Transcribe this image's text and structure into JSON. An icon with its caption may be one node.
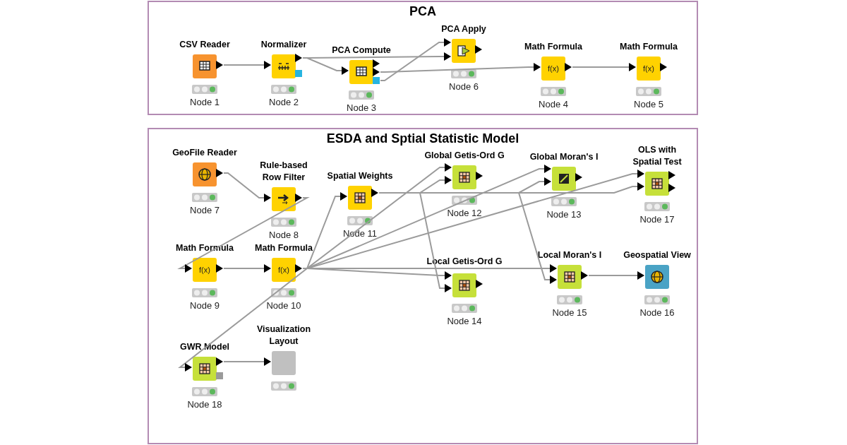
{
  "diagram": {
    "nodes": [
      {
        "text": [
          "PCA"
        ]
      },
      {
        "text": [
          "CSV Reader"
        ],
        "in": 0,
        "beside": [
          "Node 1"
        ]
      },
      {
        "text": [
          "Normalizer"
        ],
        "in": 0,
        "beside": [
          "Node 2"
        ]
      },
      {
        "text": [
          "PCA Compute"
        ],
        "in": 0,
        "beside": [
          "Node 3"
        ]
      },
      {
        "text": [
          "PCA Apply"
        ],
        "in": 0,
        "beside": [
          "Node 6"
        ]
      },
      {
        "text": [
          "Math Formula",
          "f(x)"
        ],
        "in": 0,
        "beside": [
          "Node 4"
        ]
      },
      {
        "text": [
          "Math Formula",
          "f(x)"
        ],
        "in": 0,
        "beside": [
          "Node 5"
        ]
      },
      {
        "text": [
          "ESDA and Sptial Statistic Model"
        ]
      },
      {
        "text": [
          "GeoFile Reader"
        ],
        "in": 7,
        "beside": [
          "Node 7"
        ]
      },
      {
        "text": [
          "Rule-based Row Filter"
        ],
        "in": 7,
        "beside": [
          "Node 8"
        ]
      },
      {
        "text": [
          "Spatial Weights"
        ],
        "in": 7,
        "beside": [
          "Node 11"
        ]
      },
      {
        "text": [
          "Global Getis-Ord G"
        ],
        "in": 7,
        "beside": [
          "Node 12"
        ]
      },
      {
        "text": [
          "Global Moran's I"
        ],
        "in": 7,
        "beside": [
          "Node 13"
        ]
      },
      {
        "text": [
          "OLS with Spatial Test"
        ],
        "in": 7,
        "beside": [
          "Node 17"
        ]
      },
      {
        "text": [
          "Math Formula",
          "f(x)"
        ],
        "in": 7,
        "beside": [
          "Node 9"
        ]
      },
      {
        "text": [
          "Math Formula",
          "f(x)"
        ],
        "in": 7,
        "beside": [
          "Node 10"
        ]
      },
      {
        "text": [
          "Local Getis-Ord G"
        ],
        "in": 7,
        "beside": [
          "Node 14"
        ]
      },
      {
        "text": [
          "Local Moran's I"
        ],
        "in": 7,
        "beside": [
          "Node 15"
        ]
      },
      {
        "text": [
          "Geospatial View"
        ],
        "in": 7,
        "beside": [
          "Node 16"
        ]
      },
      {
        "text": [
          "GWR Model"
        ],
        "in": 7,
        "beside": [
          "Node 18"
        ]
      },
      {
        "text": [
          "Visualization Layout"
        ],
        "in": 7
      }
    ],
    "edges": [
      {
        "from": 1,
        "to": 2,
        "arrow": "to"
      },
      {
        "from": 2,
        "to": 3,
        "arrow": "to"
      },
      {
        "from": 2,
        "to": 4,
        "arrow": "to"
      },
      {
        "from": 3,
        "to": 4,
        "arrow": "to"
      },
      {
        "from": 3,
        "to": 5,
        "arrow": "to"
      },
      {
        "from": 5,
        "to": 6,
        "arrow": "to"
      },
      {
        "from": 8,
        "to": 9,
        "arrow": "to"
      },
      {
        "from": 9,
        "to": 14,
        "arrow": "to"
      },
      {
        "from": 14,
        "to": 15,
        "arrow": "to"
      },
      {
        "from": 15,
        "to": 10,
        "arrow": "to"
      },
      {
        "from": 15,
        "to": 11,
        "arrow": "to"
      },
      {
        "from": 15,
        "to": 12,
        "arrow": "to"
      },
      {
        "from": 15,
        "to": 16,
        "arrow": "to"
      },
      {
        "from": 15,
        "to": 17,
        "arrow": "to"
      },
      {
        "from": 15,
        "to": 13,
        "arrow": "to"
      },
      {
        "from": 15,
        "to": 19,
        "arrow": "to"
      },
      {
        "from": 10,
        "to": 11,
        "arrow": "to"
      },
      {
        "from": 10,
        "to": 12,
        "arrow": "to"
      },
      {
        "from": 10,
        "to": 16,
        "arrow": "to"
      },
      {
        "from": 10,
        "to": 17,
        "arrow": "to"
      },
      {
        "from": 10,
        "to": 13,
        "arrow": "to"
      },
      {
        "from": 17,
        "to": 18,
        "arrow": "to"
      },
      {
        "from": 19,
        "to": 20,
        "arrow": "to"
      }
    ]
  }
}
